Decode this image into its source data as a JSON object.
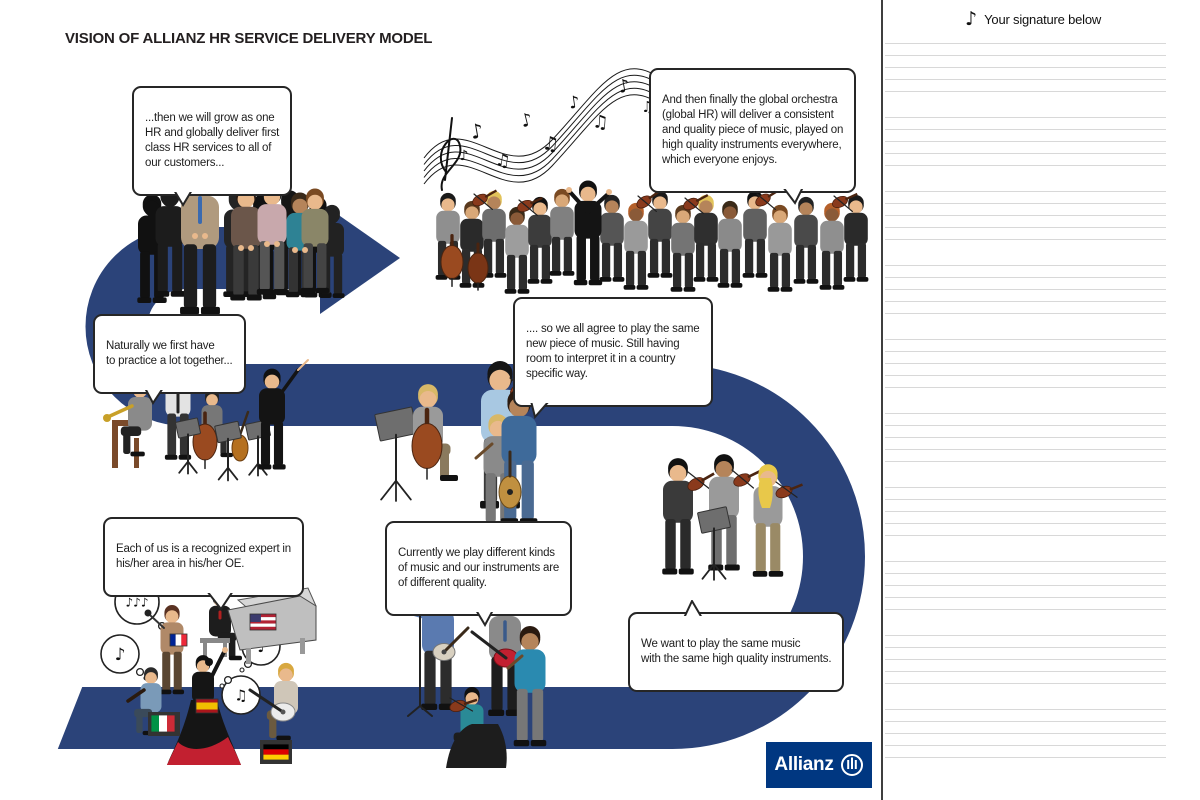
{
  "title": "VISION OF ALLIANZ HR SERVICE DELIVERY MODEL",
  "bubbles": {
    "grow_one_hr": "...then we will grow as one\nHR and globally deliver first\nclass HR services to all of\nour customers...",
    "global_orchestra": "And then finally the global orchestra\n(global HR) will deliver a consistent\nand quality piece of music, played on\nhigh quality instruments everywhere,\nwhich everyone enjoys.",
    "practice": "Naturally we first have\nto practice a lot together...",
    "agree": ".... so we all agree to play the same\nnew piece of music. Still having\nroom to interpret it in a country\nspecific way.",
    "expert": "Each of us is a recognized expert in\nhis/her area in his/her OE.",
    "currently": "Currently we play different kinds\nof music and our instruments are\nof different quality.",
    "want": "We want to play the same music\nwith the same high quality instruments."
  },
  "signature": {
    "icon": "eighth-note-icon",
    "icon_glyph": "♪",
    "label": "Your signature below"
  },
  "logo": {
    "brand": "Allianz",
    "emblem_icon": "allianz-three-pillars-icon"
  },
  "colors": {
    "band_navy": "#2b4379",
    "allianz_blue": "#003781",
    "bubble_border": "#262626",
    "ruled_line": "#d8d8d8"
  }
}
